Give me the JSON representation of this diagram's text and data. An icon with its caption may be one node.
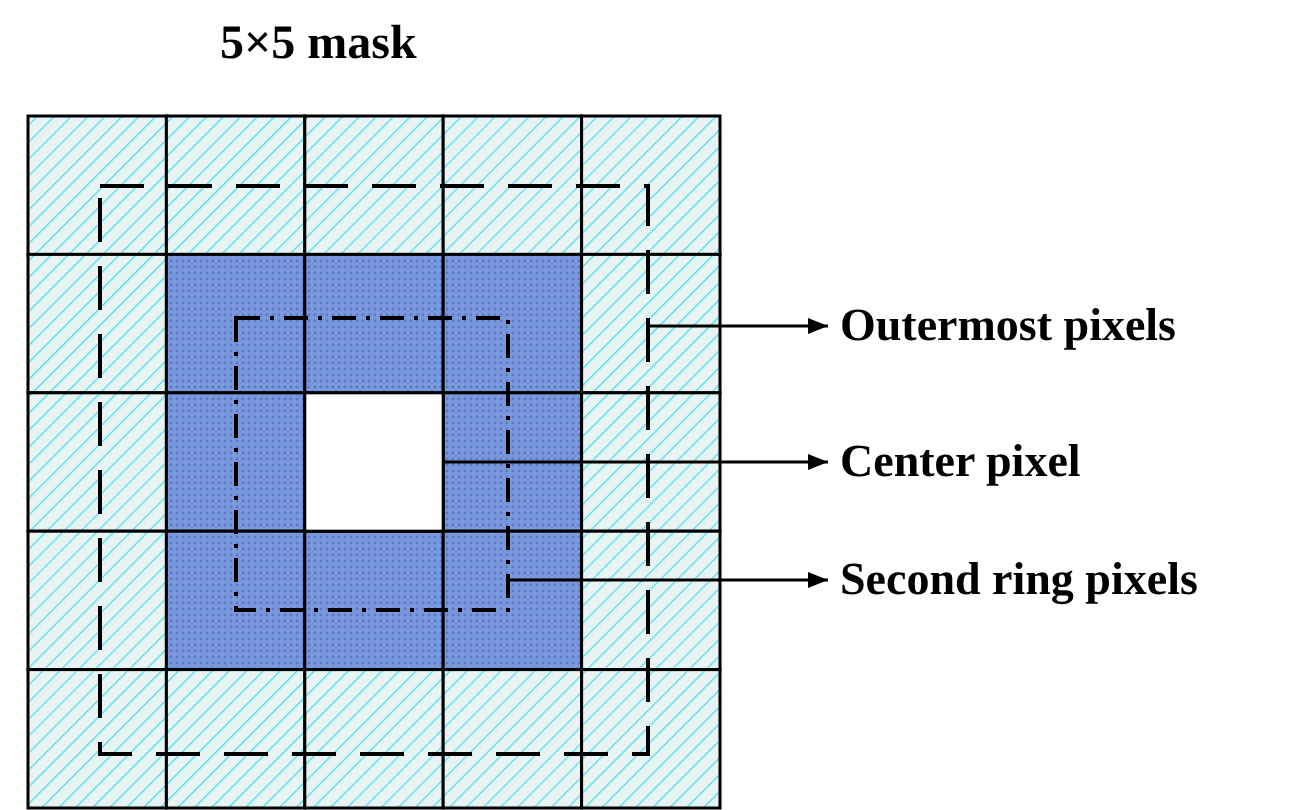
{
  "diagram": {
    "title": "5×5 mask",
    "nodes": [
      {
        "text": [],
        "shape": "box"
      },
      {
        "text": [],
        "shape": "box",
        "in": 0
      },
      {
        "text": [],
        "shape": "box",
        "in": 1
      },
      {
        "text": [
          "Outermost pixels"
        ]
      },
      {
        "text": [
          "Center pixel"
        ]
      },
      {
        "text": [
          "Second ring pixels"
        ]
      }
    ],
    "edges": [
      {
        "from": 0,
        "to": 3,
        "arrow": "to"
      },
      {
        "from": 2,
        "to": 4,
        "arrow": "to"
      },
      {
        "from": 1,
        "to": 5,
        "arrow": "to"
      }
    ]
  }
}
